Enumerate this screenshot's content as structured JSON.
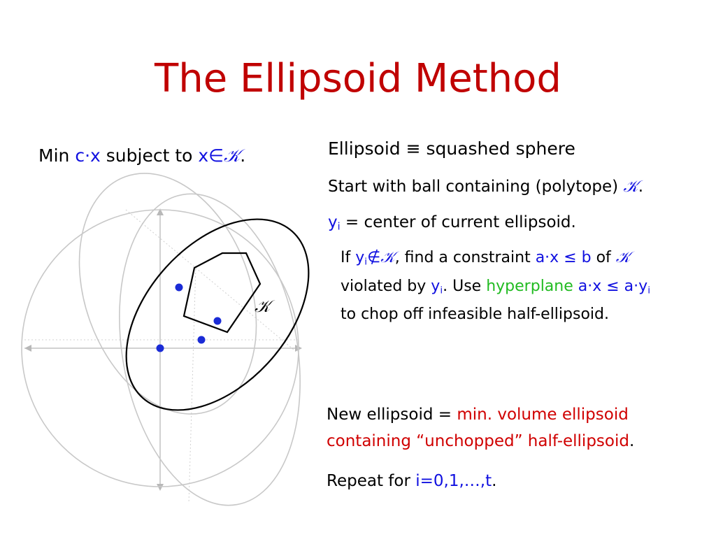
{
  "slide": {
    "title": "The Ellipsoid Method",
    "problem": {
      "min": "Min",
      "cx": "c·x",
      "subject_to": "subject to",
      "x_in": "x∈",
      "K": "𝒦",
      "period": "."
    },
    "text": {
      "ellipsoid_def": "Ellipsoid ≡ squashed sphere",
      "start_pre": "Start with ball containing (polytope)",
      "start_K": "𝒦",
      "start_period": ".",
      "y": "y",
      "i": "i",
      "center_def": " = center of current ellipsoid.",
      "if": "If ",
      "notin": "∉",
      "notin_K": "𝒦",
      "find": ", find a constraint ",
      "constraint": "a·x ≤ b",
      "of": " of ",
      "of_K": "𝒦",
      "violated": "violated by ",
      "use": ". Use ",
      "hyperplane": "hyperplane",
      "hp_expr_a": " a·x ≤ a·",
      "hp_y": "y",
      "hp_i": "i",
      "chop": "to chop off infeasible half-ellipsoid.",
      "new_ell_pre": "New ellipsoid = ",
      "new_ell_red1": "min. volume ellipsoid",
      "new_ell_red2": "containing “unchopped” half-ellipsoid",
      "new_ell_period": ".",
      "repeat_pre": "Repeat for ",
      "repeat_range": "i=0,1,…,t",
      "repeat_period": "."
    },
    "diagram": {
      "K_label": "𝒦"
    },
    "colors": {
      "title": "#c00000",
      "blue": "#1010e0",
      "green": "#22bb22",
      "red": "#d00000",
      "gray": "#c8c8c8",
      "dot": "#1a2bd6"
    }
  }
}
